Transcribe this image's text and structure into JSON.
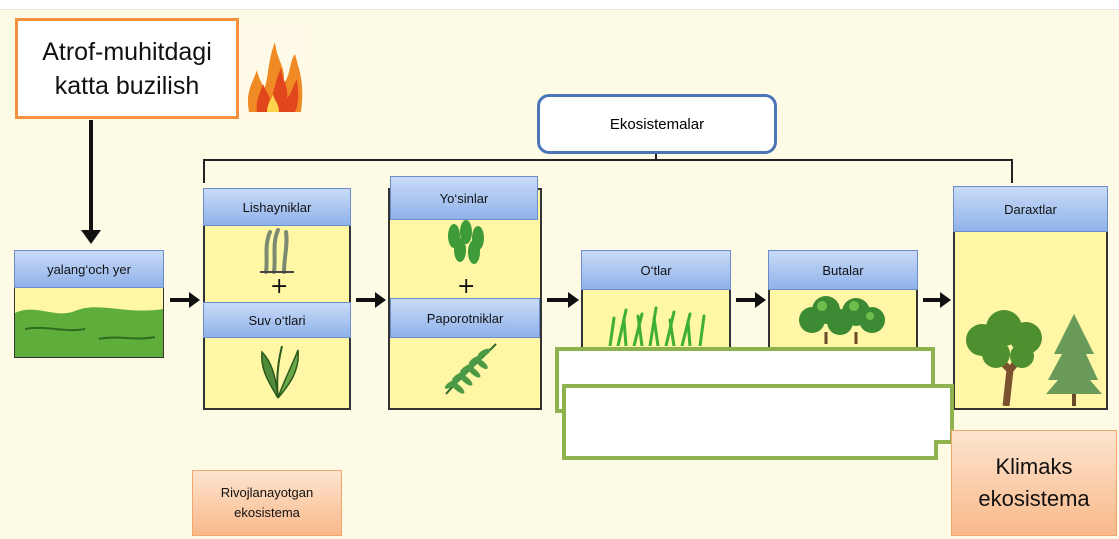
{
  "disturbance": {
    "text_line1": "Atrof-muhitdagi",
    "text_line2": "katta buzilish",
    "icon": "fire-icon"
  },
  "ecosystems_label": "Ekosistemalar",
  "bare_ground": {
    "label": "yalang‘och yer",
    "icon": "ground-icon"
  },
  "stage1": {
    "top_label": "Lishayniklar",
    "bottom_label": "Suv o‘tlari",
    "plus": "+",
    "top_icon": "lichen-icon",
    "bottom_icon": "algae-icon"
  },
  "stage2": {
    "top_label": "Yo‘sinlar",
    "bottom_label": "Paporotniklar",
    "plus": "+",
    "top_icon": "moss-icon",
    "bottom_icon": "fern-icon"
  },
  "stage3": {
    "label": "O‘tlar",
    "icon": "grass-icon"
  },
  "stage4": {
    "label": "Butalar",
    "icon": "shrub-icon"
  },
  "stage5": {
    "label": "Daraxtlar",
    "icon": "trees-icon"
  },
  "developing": {
    "line1": "Rivojlanayotgan",
    "line2": "ekosistema"
  },
  "climax": {
    "line1": "Klimaks",
    "line2": "ekosistema"
  },
  "colors": {
    "stage_fill": "#fff7a6",
    "header_blue": "#8fb2ea",
    "orange_border": "#f4913f",
    "green_border": "#8db24e",
    "ecosystem_border": "#4a76b7"
  }
}
